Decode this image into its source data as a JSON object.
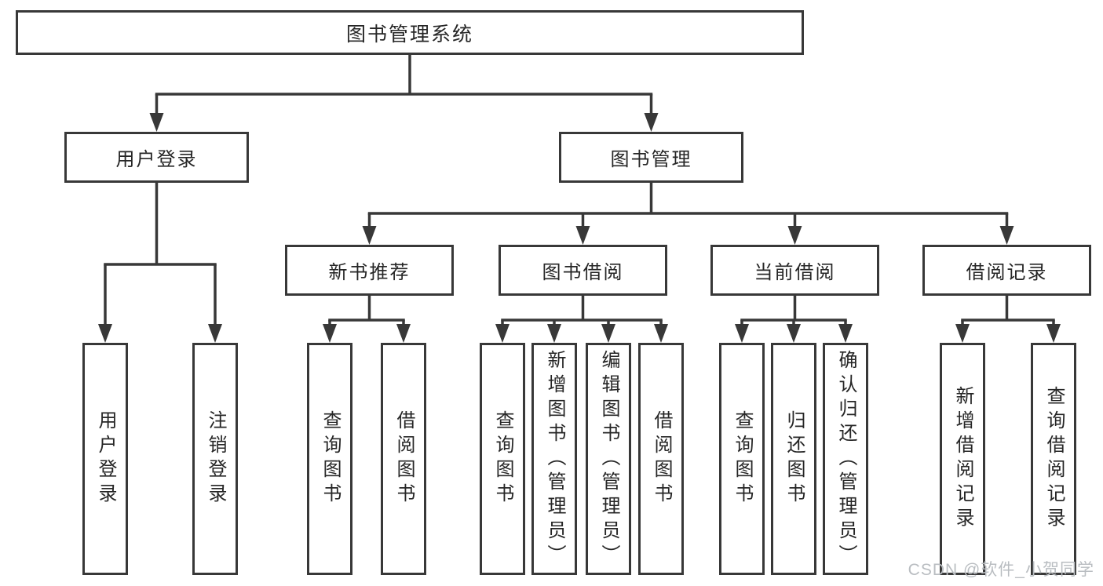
{
  "diagram": {
    "root": {
      "label": "图书管理系统"
    },
    "level2": [
      {
        "label": "用户登录"
      },
      {
        "label": "图书管理"
      }
    ],
    "level3": [
      {
        "label": "新书推荐"
      },
      {
        "label": "图书借阅"
      },
      {
        "label": "当前借阅"
      },
      {
        "label": "借阅记录"
      }
    ],
    "leaves": [
      {
        "label": "用户登录"
      },
      {
        "label": "注销登录"
      },
      {
        "label": "查询图书"
      },
      {
        "label": "借阅图书"
      },
      {
        "label": "查询图书"
      },
      {
        "label": "新增图书（管理员）"
      },
      {
        "label": "编辑图书（管理员）"
      },
      {
        "label": "借阅图书"
      },
      {
        "label": "查询图书"
      },
      {
        "label": "归还图书"
      },
      {
        "label": "确认归还（管理员）"
      },
      {
        "label": "新增借阅记录"
      },
      {
        "label": "查询借阅记录"
      }
    ]
  },
  "watermark": {
    "text": "CSDN @软件_小贺同学"
  },
  "colors": {
    "line": "#383838",
    "border": "#383838",
    "text": "#262626",
    "watermark": "#b9bdc1",
    "background": "#ffffff"
  }
}
